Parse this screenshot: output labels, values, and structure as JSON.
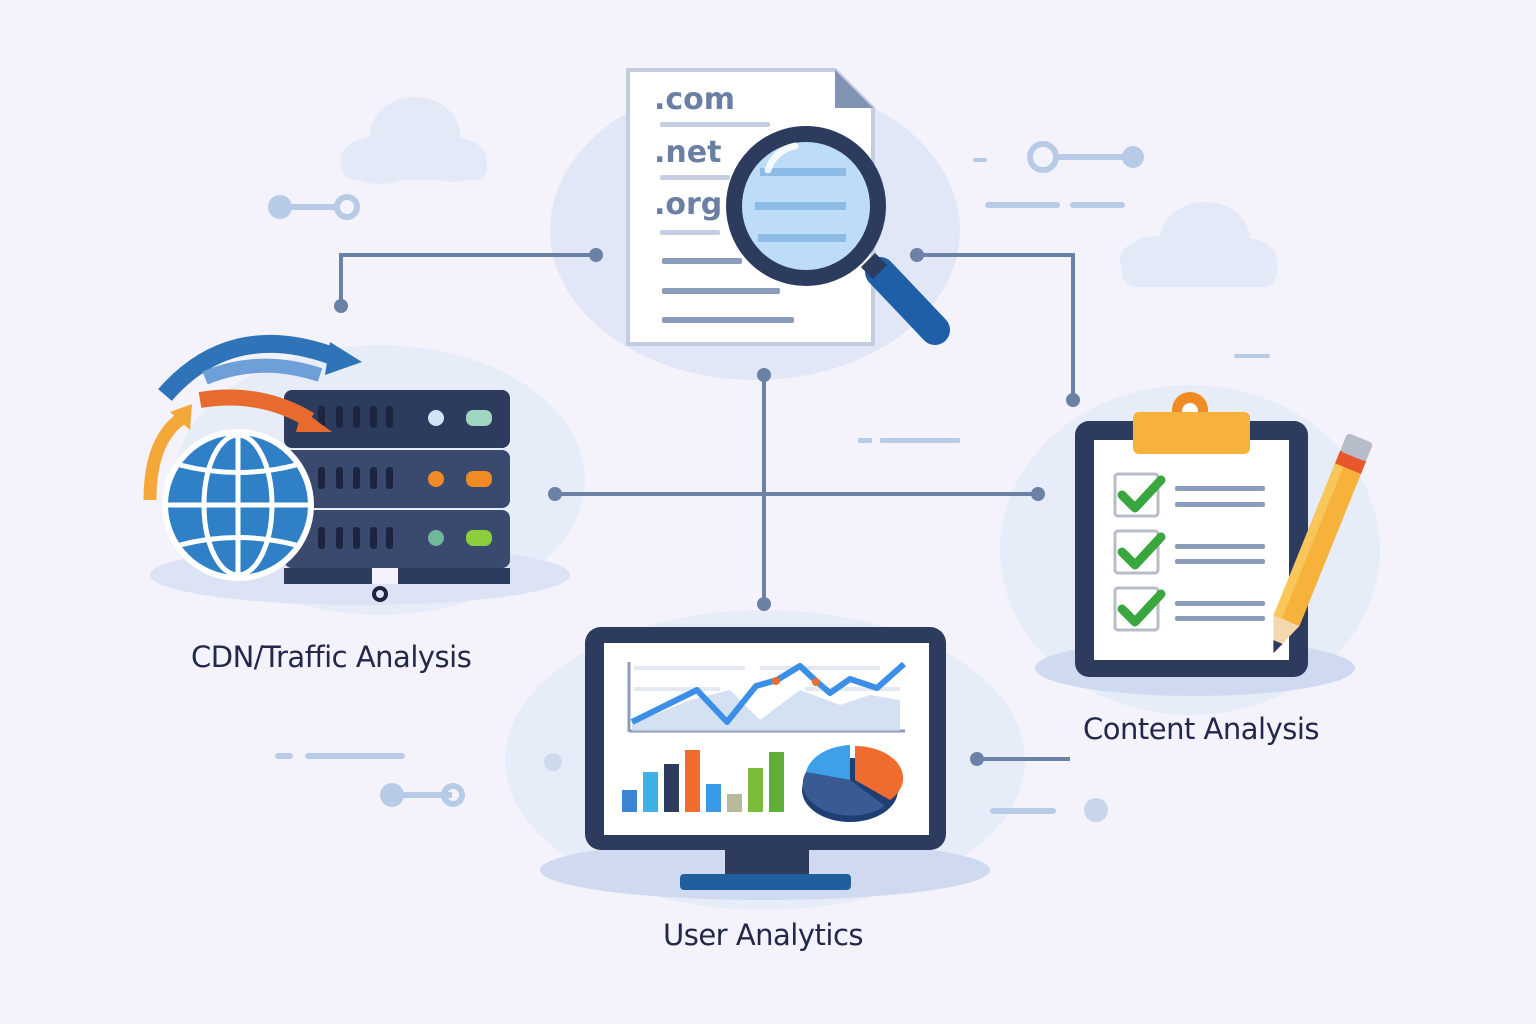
{
  "diagram": {
    "center_node": {
      "name": "domain-search",
      "tlds": [
        ".com",
        ".net",
        ".org"
      ]
    },
    "nodes": [
      {
        "id": "cdn",
        "label": "CDN/Traffic Analysis"
      },
      {
        "id": "users",
        "label": "User Analytics"
      },
      {
        "id": "content",
        "label": "Content Analysis"
      }
    ],
    "colors": {
      "background": "#f4f3fb",
      "connector": "#6b82a6",
      "navy": "#2d3b5e",
      "blue": "#2f7fc4",
      "orange": "#f08a24",
      "green": "#3aa63f",
      "yellow": "#f6b23a",
      "label": "#23284a"
    },
    "analytics_screen": {
      "bars": [
        {
          "h": 22,
          "color": "#3a86d4"
        },
        {
          "h": 40,
          "color": "#3fb0e6"
        },
        {
          "h": 48,
          "color": "#2d3b5e"
        },
        {
          "h": 62,
          "color": "#ef6c2e"
        },
        {
          "h": 28,
          "color": "#3a9ae8"
        },
        {
          "h": 18,
          "color": "#b8b89a"
        },
        {
          "h": 44,
          "color": "#7cbc3c"
        },
        {
          "h": 60,
          "color": "#5fae3a"
        }
      ]
    }
  }
}
